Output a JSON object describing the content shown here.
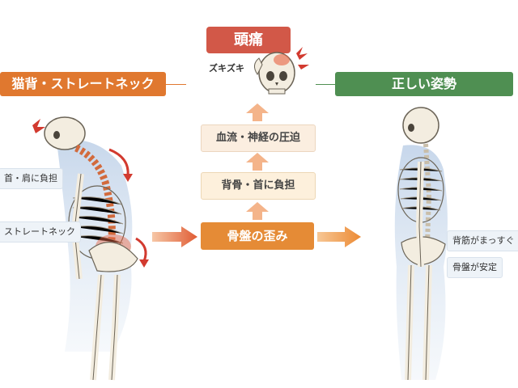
{
  "headache": {
    "label": "頭痛",
    "sound": "ズキズキ"
  },
  "left": {
    "header": "猫背・ストレートネック",
    "tag_neck": "首・肩に負担",
    "tag_straight": "ストレートネック"
  },
  "right": {
    "header": "正しい姿勢",
    "tag_spine": "背筋がまっすぐ",
    "tag_pelvis": "骨盤が安定"
  },
  "flow": {
    "step1": "血流・神経の圧迫",
    "step2": "背骨・首に負担",
    "step3": "骨盤の歪み"
  },
  "colors": {
    "orange": "#e0782f",
    "green": "#4f8f52",
    "red": "#d25848",
    "arrow_light": "#f4b48a",
    "arrow_strong": "#e8763a"
  }
}
